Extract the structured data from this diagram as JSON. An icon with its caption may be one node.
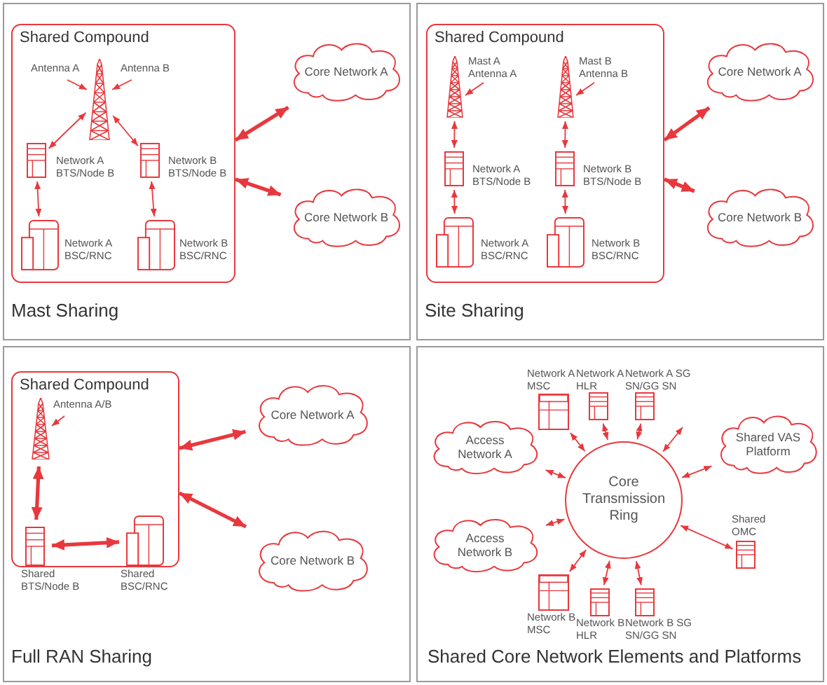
{
  "diagram": {
    "nodes": [
      {
        "text": [
          "Mast Sharing"
        ]
      },
      {
        "text": [
          "Shared Compound"
        ],
        "in": 0
      },
      {
        "text": [],
        "shape": "picture",
        "in": 1
      },
      {
        "text": [
          "Antenna A"
        ],
        "in": 1
      },
      {
        "text": [
          "Antenna B"
        ],
        "in": 1
      },
      {
        "text": [
          "Network A BTS/Node B"
        ],
        "in": 1
      },
      {
        "text": [
          "Network B BTS/Node B"
        ],
        "in": 1
      },
      {
        "text": [
          "Network A BSC/RNC"
        ],
        "in": 1
      },
      {
        "text": [
          "Network B BSC/RNC"
        ],
        "in": 1
      },
      {
        "text": [
          "Core Network A"
        ],
        "in": 0
      },
      {
        "text": [
          "Core Network B"
        ],
        "in": 0
      },
      {
        "text": [
          "Site Sharing"
        ]
      },
      {
        "text": [
          "Shared Compound"
        ],
        "in": 11
      },
      {
        "text": [
          "Mast A Antenna A"
        ],
        "in": 12
      },
      {
        "text": [],
        "shape": "picture",
        "in": 12
      },
      {
        "text": [
          "Mast B Antenna B"
        ],
        "in": 12
      },
      {
        "text": [],
        "shape": "picture",
        "in": 12
      },
      {
        "text": [
          "Network A BTS/Node B"
        ],
        "in": 12
      },
      {
        "text": [
          "Network B BTS/Node B"
        ],
        "in": 12
      },
      {
        "text": [
          "Network A BSC/RNC"
        ],
        "in": 12
      },
      {
        "text": [
          "Network B BSC/RNC"
        ],
        "in": 12
      },
      {
        "text": [
          "Core Network A"
        ],
        "in": 11
      },
      {
        "text": [
          "Core Network B"
        ],
        "in": 11
      },
      {
        "text": [
          "Full RAN Sharing"
        ]
      },
      {
        "text": [
          "Shared Compound"
        ],
        "in": 23
      },
      {
        "text": [
          "Antenna A/B"
        ],
        "in": 24
      },
      {
        "text": [],
        "shape": "picture",
        "in": 24
      },
      {
        "text": [
          "Shared BTS/Node B"
        ],
        "in": 24
      },
      {
        "text": [
          "Shared BSC/RNC"
        ],
        "in": 24
      },
      {
        "text": [
          "Core Network A"
        ],
        "in": 23
      },
      {
        "text": [
          "Core Network B"
        ],
        "in": 23
      },
      {
        "text": [
          "Shared Core Network Elements and Platforms"
        ]
      },
      {
        "text": [
          "Core Transmission Ring"
        ],
        "in": 31
      },
      {
        "text": [
          "Network A MSC"
        ],
        "in": 31
      },
      {
        "text": [
          "Network A HLR"
        ],
        "in": 31
      },
      {
        "text": [
          "Network A SG SN/GG SN"
        ],
        "in": 31
      },
      {
        "text": [
          "Access Network A"
        ],
        "in": 31
      },
      {
        "text": [
          "Shared VAS Platform"
        ],
        "in": 31
      },
      {
        "text": [
          "Access Network B"
        ],
        "in": 31
      },
      {
        "text": [
          "Shared OMC"
        ],
        "in": 31
      },
      {
        "text": [
          "Network B MSC"
        ],
        "in": 31
      },
      {
        "text": [
          "Network B HLR"
        ],
        "in": 31
      },
      {
        "text": [
          "Network B SG SN/GG SN"
        ],
        "in": 31
      }
    ],
    "edges": [
      {
        "from": 3,
        "to": 2,
        "arrow": "to"
      },
      {
        "from": 4,
        "to": 2,
        "arrow": "to"
      },
      {
        "from": 2,
        "to": 5,
        "arrow": "both"
      },
      {
        "from": 2,
        "to": 6,
        "arrow": "both"
      },
      {
        "from": 5,
        "to": 7,
        "arrow": "both"
      },
      {
        "from": 6,
        "to": 8,
        "arrow": "both"
      },
      {
        "from": 1,
        "to": 9,
        "arrow": "both",
        "style": "thick"
      },
      {
        "from": 1,
        "to": 10,
        "arrow": "both",
        "style": "thick"
      },
      {
        "from": 13,
        "to": 14,
        "arrow": "to"
      },
      {
        "from": 15,
        "to": 16,
        "arrow": "to"
      },
      {
        "from": 14,
        "to": 17,
        "arrow": "both"
      },
      {
        "from": 16,
        "to": 18,
        "arrow": "both"
      },
      {
        "from": 17,
        "to": 19,
        "arrow": "both"
      },
      {
        "from": 18,
        "to": 20,
        "arrow": "both"
      },
      {
        "from": 12,
        "to": 21,
        "arrow": "both",
        "style": "thick"
      },
      {
        "from": 12,
        "to": 22,
        "arrow": "both",
        "style": "thick"
      },
      {
        "from": 25,
        "to": 26,
        "arrow": "to"
      },
      {
        "from": 26,
        "to": 27,
        "arrow": "both",
        "style": "thick"
      },
      {
        "from": 27,
        "to": 28,
        "arrow": "both",
        "style": "thick"
      },
      {
        "from": 24,
        "to": 29,
        "arrow": "both",
        "style": "thick"
      },
      {
        "from": 24,
        "to": 30,
        "arrow": "both",
        "style": "thick"
      },
      {
        "from": 32,
        "to": 33,
        "arrow": "both"
      },
      {
        "from": 32,
        "to": 34,
        "arrow": "both"
      },
      {
        "from": 32,
        "to": 35,
        "arrow": "both"
      },
      {
        "from": 32,
        "to": null,
        "arrow": "both"
      },
      {
        "from": 32,
        "to": 36,
        "arrow": "both"
      },
      {
        "from": 32,
        "to": 37,
        "arrow": "both"
      },
      {
        "from": 32,
        "to": 38,
        "arrow": "both"
      },
      {
        "from": 32,
        "to": 39,
        "arrow": "both"
      },
      {
        "from": 32,
        "to": 40,
        "arrow": "both"
      },
      {
        "from": 32,
        "to": 41,
        "arrow": "both"
      },
      {
        "from": 32,
        "to": 42,
        "arrow": "both"
      }
    ]
  }
}
